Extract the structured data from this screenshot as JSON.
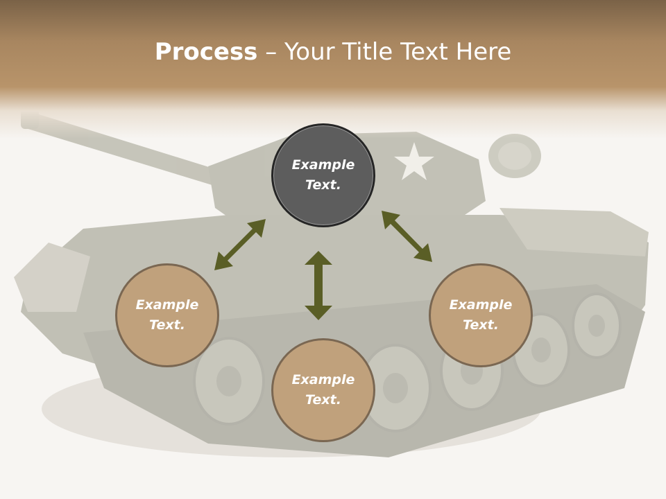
{
  "slide": {
    "title_bold": "Process",
    "title_rest": " – Your Title Text Here"
  },
  "circles": {
    "main": "Example Text.",
    "left": "Example Text.",
    "bottom": "Example Text.",
    "right": "Example Text."
  },
  "colors": {
    "header": "#a88660",
    "main_circle": "#5d5d5d",
    "side_circles": "#c0a17c",
    "arrows": "#5a5e26"
  }
}
